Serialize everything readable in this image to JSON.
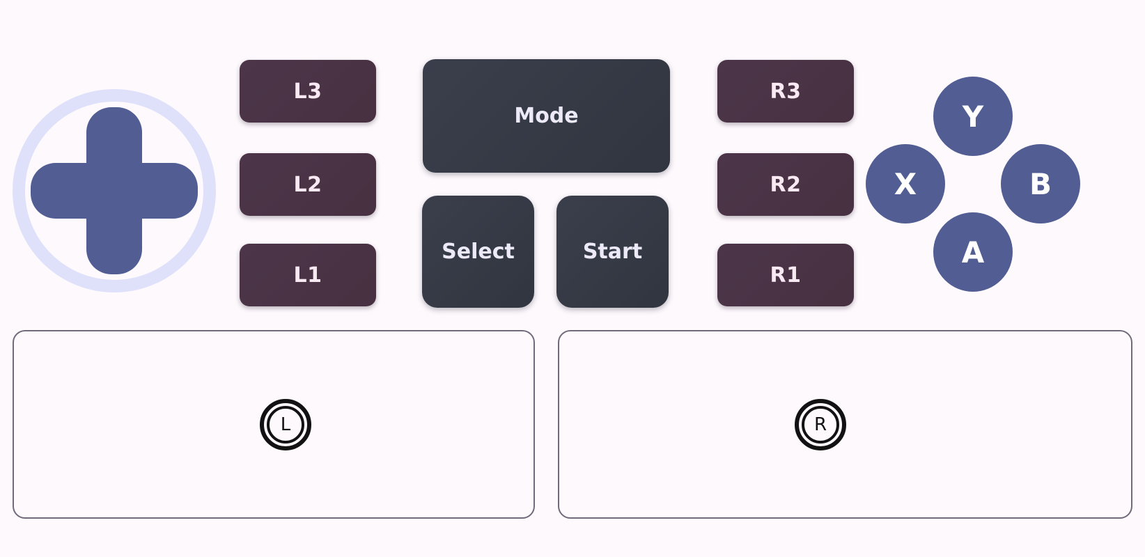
{
  "background_color": "#fdf9fd",
  "dpad": {
    "name": "D-Pad",
    "ring_color": "#dee1f9",
    "cross_color": "#525d93"
  },
  "shoulder_buttons": {
    "color": "#4c3549",
    "text_color": "#f9e9f2",
    "left": [
      {
        "label": "L3"
      },
      {
        "label": "L2"
      },
      {
        "label": "L1"
      }
    ],
    "right": [
      {
        "label": "R3"
      },
      {
        "label": "R2"
      },
      {
        "label": "R1"
      }
    ]
  },
  "center_buttons": {
    "color": "#3b3f4c",
    "text_color": "#eceaf8",
    "mode": "Mode",
    "select": "Select",
    "start": "Start"
  },
  "face_buttons": {
    "color": "#525d93",
    "text_color": "#ffffff",
    "y": "Y",
    "x": "X",
    "b": "B",
    "a": "A"
  },
  "stick_panels": {
    "border_color": "#6f6a7c",
    "left": {
      "marker_label": "L"
    },
    "right": {
      "marker_label": "R"
    }
  }
}
